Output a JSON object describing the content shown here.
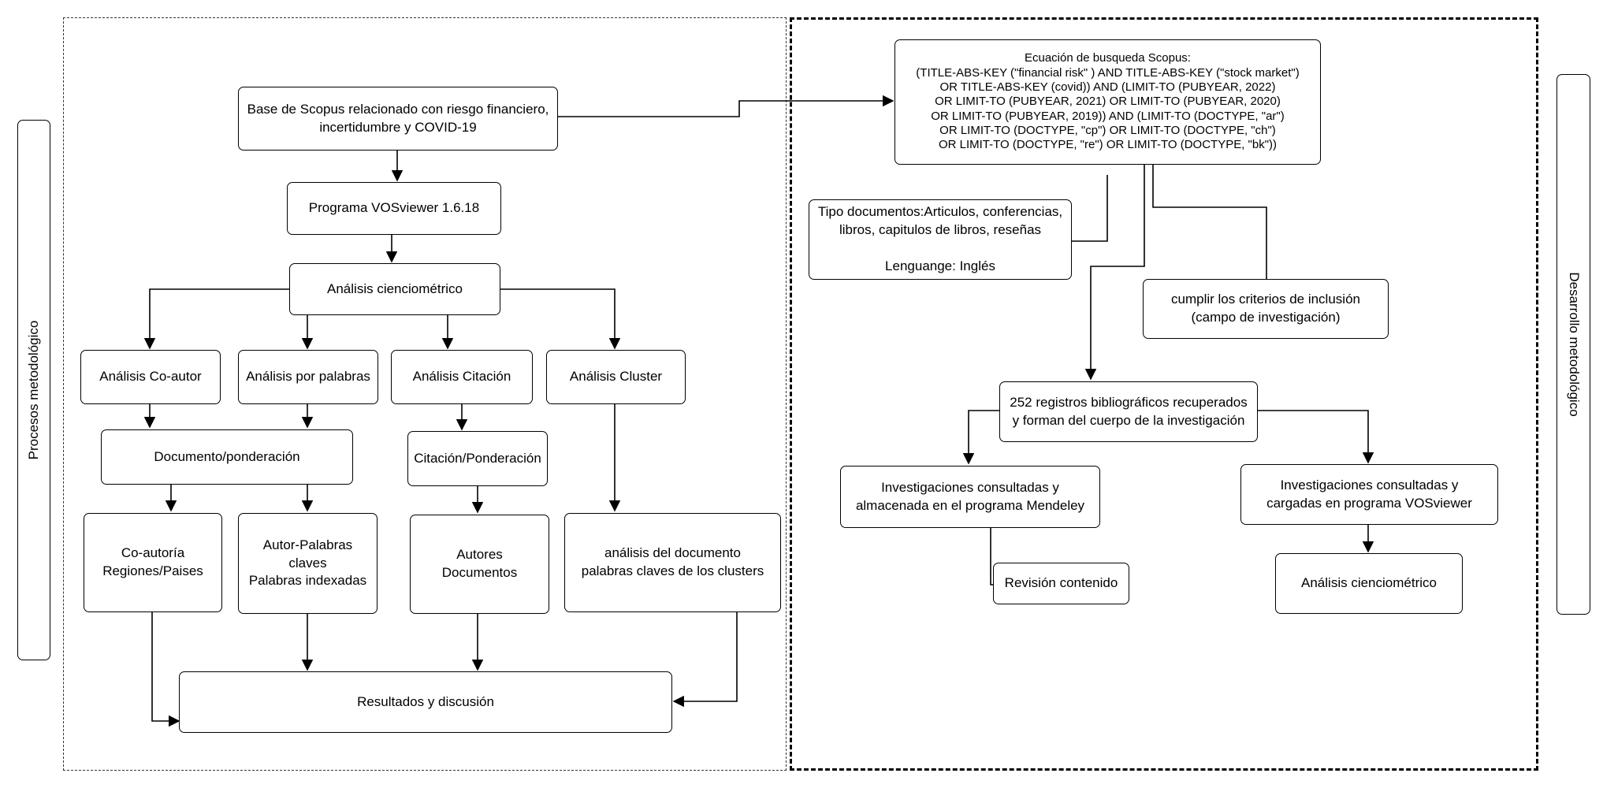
{
  "labels": {
    "left_side": "Procesos metodológico",
    "right_side": "Desarrollo metodológico"
  },
  "nodes": {
    "base_scopus": "Base de Scopus relacionado con riesgo financiero,\nincertidumbre y COVID-19",
    "vosviewer_program": "Programa VOSviewer 1.6.18",
    "analisis_cienciometrico": "Análisis cienciométrico",
    "analisis_coautor": "Análisis Co-autor",
    "analisis_palabras": "Análisis por palabras",
    "analisis_citacion": "Análisis Citación",
    "analisis_cluster": "Análisis Cluster",
    "documento_ponderacion": "Documento/ponderación",
    "citacion_ponderacion": "Citación/Ponderación",
    "coautoria": "Co-autoría\nRegiones/Paises",
    "autor_palabras": "Autor-Palabras claves\nPalabras indexadas",
    "autores_documentos": "Autores\nDocumentos",
    "analisis_documento": "análisis del documento\npalabras claves de los clusters",
    "resultados": "Resultados y discusión",
    "ecuacion": "Ecuación de busqueda Scopus:\n(TITLE-ABS-KEY (\"financial risk\" )  AND TITLE-ABS-KEY (\"stock market\")\nOR TITLE-ABS-KEY (covid)) AND (LIMIT-TO (PUBYEAR, 2022)\nOR LIMIT-TO (PUBYEAR, 2021) OR  LIMIT-TO (PUBYEAR, 2020)\nOR LIMIT-TO (PUBYEAR,  2019)) AND (LIMIT-TO (DOCTYPE, \"ar\")\nOR  LIMIT-TO (DOCTYPE, \"cp\") OR LIMIT-TO (DOCTYPE, \"ch\")\nOR LIMIT-TO (DOCTYPE, \"re\")  OR LIMIT-TO (DOCTYPE, \"bk\"))",
    "tipo_documentos": "Tipo documentos:Articulos, conferencias,\nlibros, capitulos de libros, reseñas\n\nLenguange: Inglés",
    "criterios": "cumplir los criterios de inclusión\n(campo de investigación)",
    "registros": "252 registros bibliográficos recuperados\ny forman del cuerpo de la investigación",
    "mendeley": "Investigaciones consultadas y\nalmacenada en el programa Mendeley",
    "vosviewer_cargadas": "Investigaciones consultadas y\ncargadas en programa VOSviewer",
    "revision": "Revisión contenido",
    "analisis_cienciometrico_2": "Análisis cienciométrico"
  }
}
